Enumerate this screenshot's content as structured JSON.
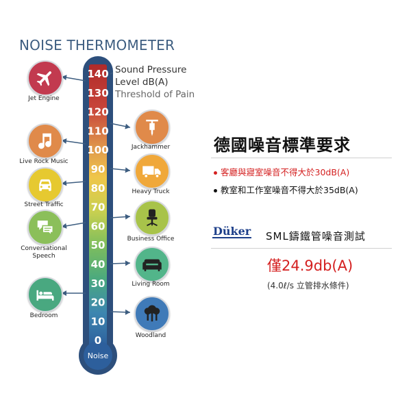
{
  "title": "NOISE THERMOMETER",
  "spl": {
    "line1": "Sound Pressure",
    "line2": "Level dB(A)",
    "line3": "Threshold of Pain"
  },
  "scale": [
    "140",
    "130",
    "120",
    "110",
    "100",
    "90",
    "80",
    "70",
    "60",
    "50",
    "40",
    "30",
    "20",
    "10",
    "0"
  ],
  "bulb_label": "Noise",
  "left_items": [
    {
      "label": "Jet Engine",
      "icon": "airplane-icon",
      "color": "#c23a4f"
    },
    {
      "label": "Live Rock Music",
      "icon": "music-note-icon",
      "color": "#e08a4a"
    },
    {
      "label": "Street Traffic",
      "icon": "car-icon",
      "color": "#e6c930"
    },
    {
      "label": "Conversational Speech",
      "icon": "speech-bubbles-icon",
      "color": "#8bbf5a"
    },
    {
      "label": "Bedroom",
      "icon": "bed-icon",
      "color": "#49a880"
    }
  ],
  "right_items": [
    {
      "label": "Jackhammer",
      "icon": "jackhammer-icon",
      "color": "#e08a4a"
    },
    {
      "label": "Heavy Truck",
      "icon": "truck-icon",
      "color": "#f0a83a"
    },
    {
      "label": "Business Office",
      "icon": "office-chair-icon",
      "color": "#a8c34a"
    },
    {
      "label": "Living Room",
      "icon": "sofa-icon",
      "color": "#52b58a"
    },
    {
      "label": "Woodland",
      "icon": "trees-icon",
      "color": "#3f7ab8"
    }
  ],
  "heading": "德國噪音標準要求",
  "bullets": [
    {
      "text": "客廳與寢室噪音不得大於30dB(A)",
      "color": "#d42020"
    },
    {
      "text": "教室和工作室噪音不得大於35dB(A)",
      "color": "#111111"
    }
  ],
  "logo": "Düker",
  "test_title": "SML鑄鐵管噪音測試",
  "result": "僅24.9db(A)",
  "condition": "(4.0ℓ/s 立管排水條件)"
}
